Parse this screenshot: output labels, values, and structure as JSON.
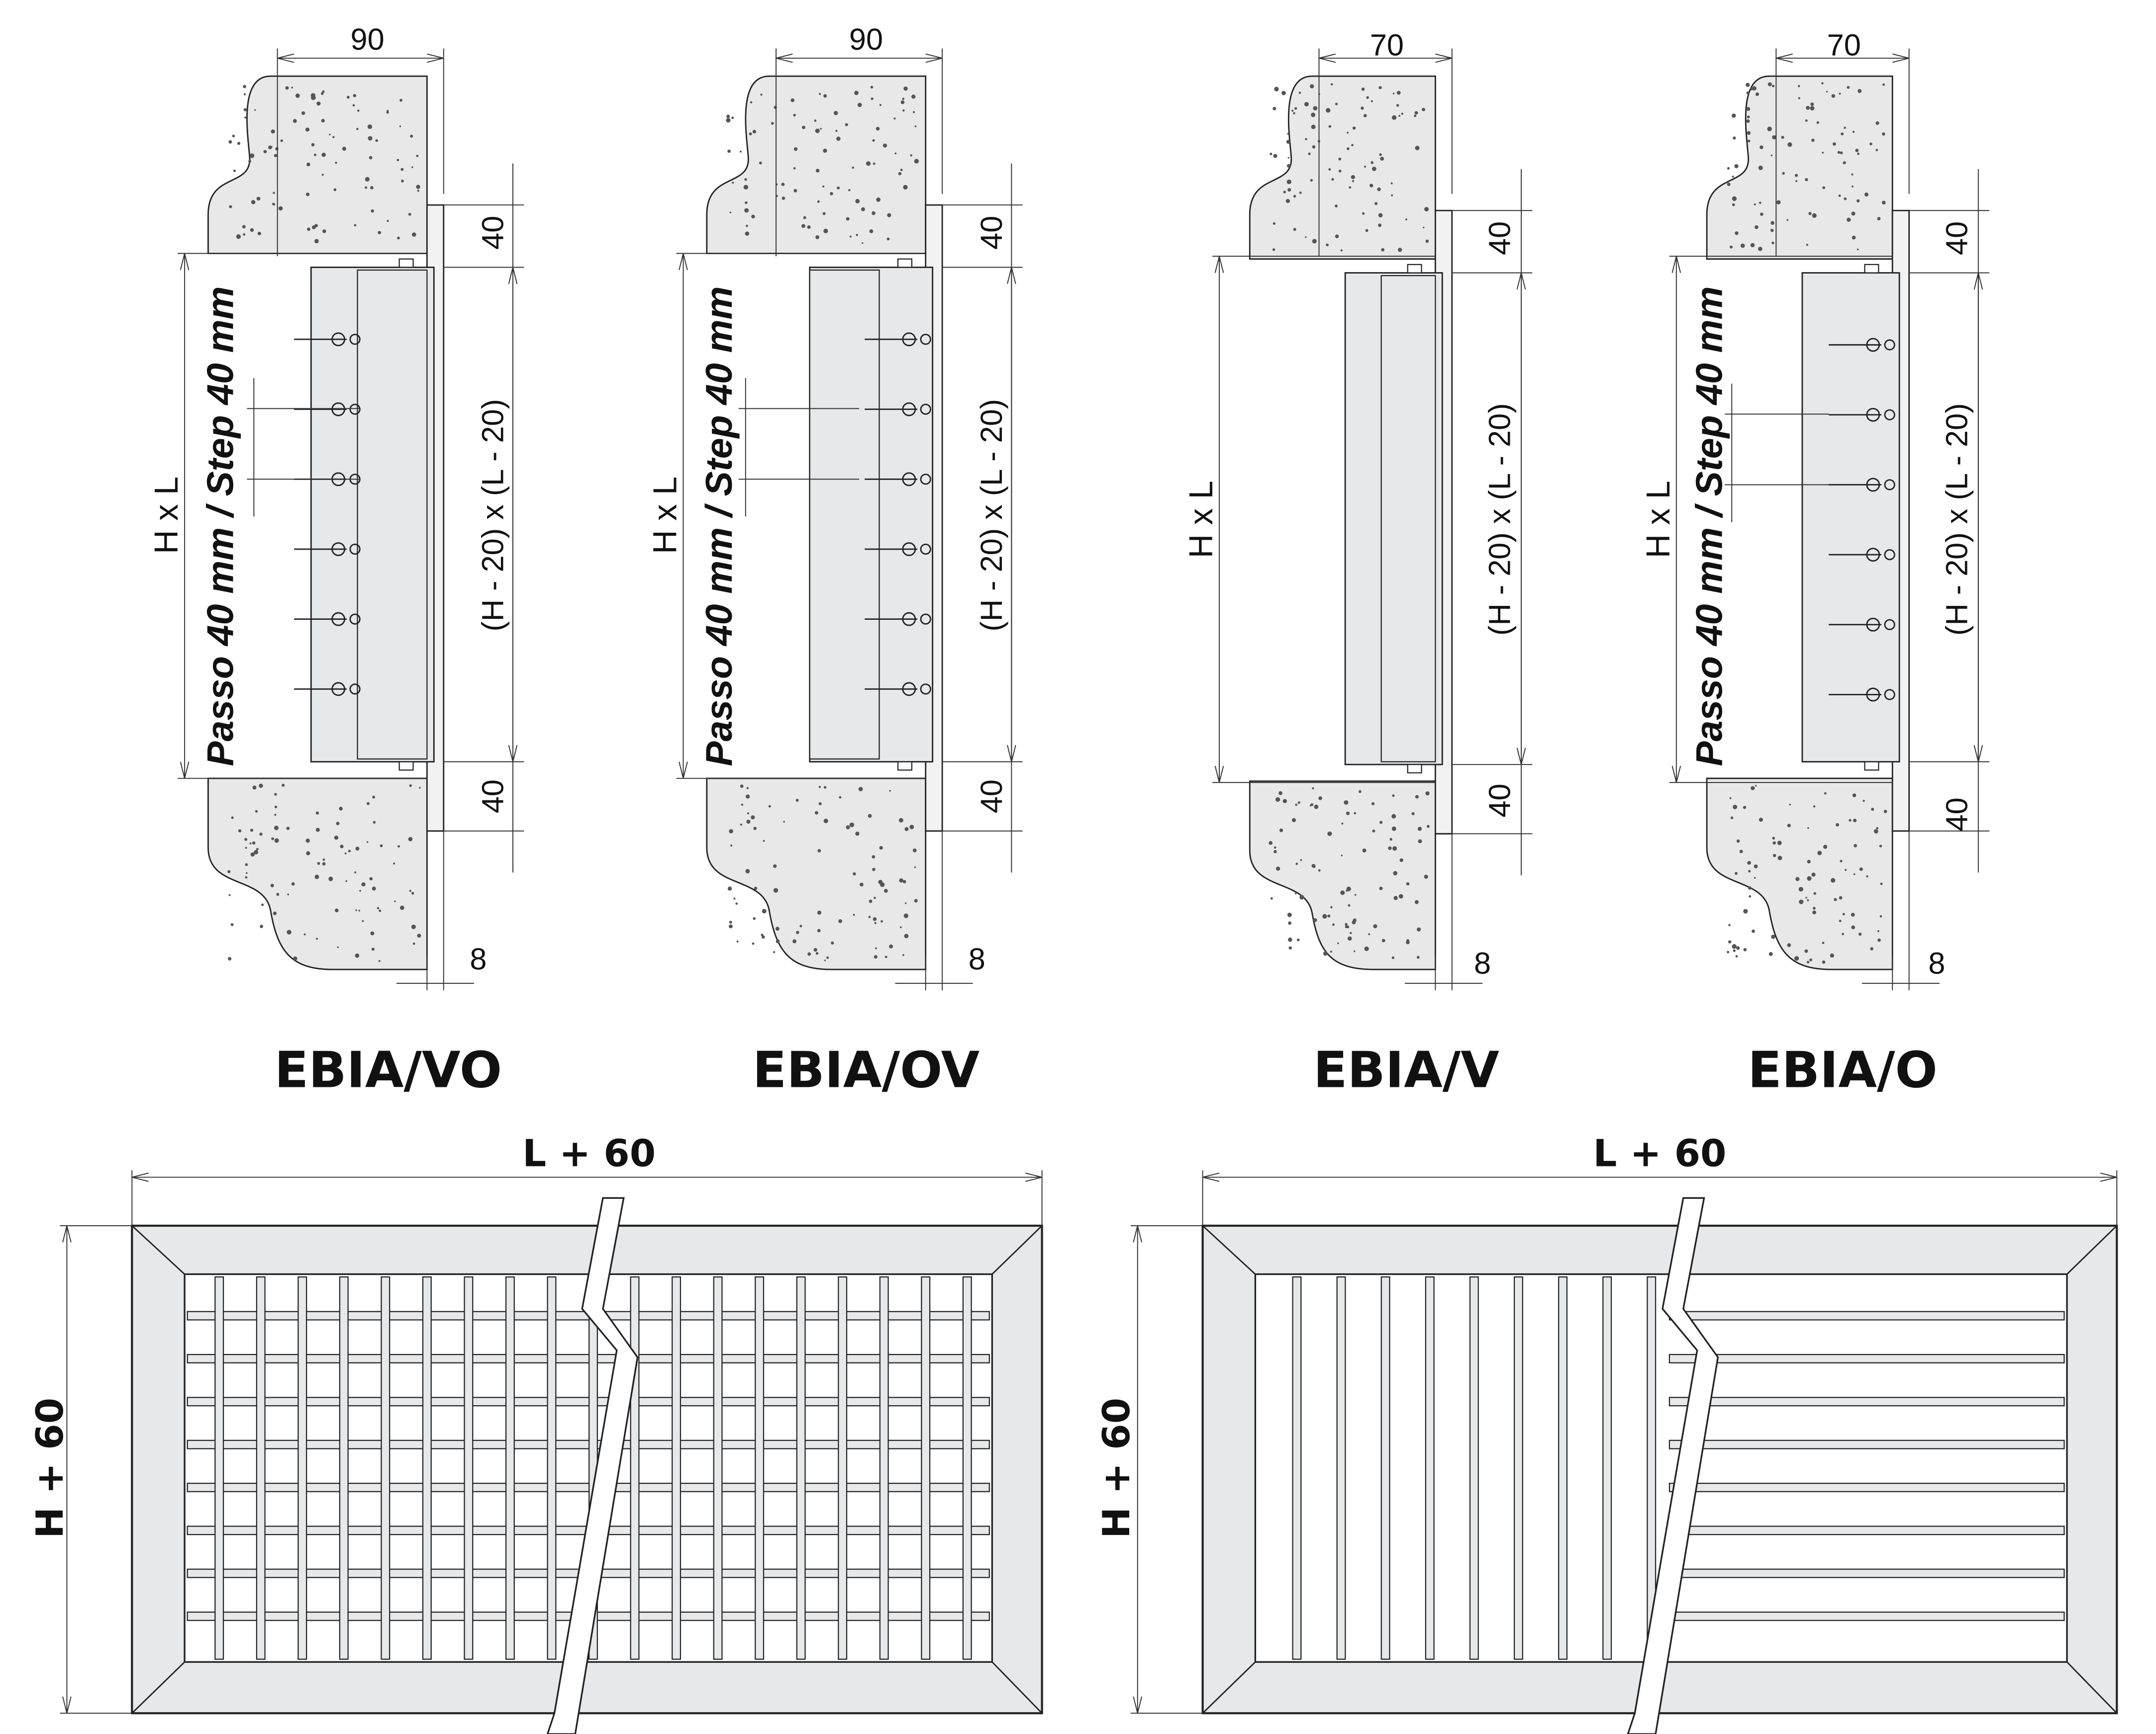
{
  "sections": [
    {
      "name": "EBIA/VO",
      "depth": "90",
      "flange_top": "40",
      "flange_bottom": "40",
      "inner": "(H - 20) x (L - 20)",
      "outer": "H x L",
      "step": "Passo 40 mm / Step 40 mm",
      "gap": "8"
    },
    {
      "name": "EBIA/OV",
      "depth": "90",
      "flange_top": "40",
      "flange_bottom": "40",
      "inner": "(H - 20) x (L - 20)",
      "outer": "H x L",
      "step": "Passo 40 mm / Step 40 mm",
      "gap": "8"
    },
    {
      "name": "EBIA/V",
      "depth": "70",
      "flange_top": "40",
      "flange_bottom": "40",
      "inner": "(H - 20) x (L - 20)",
      "outer": "H x L",
      "gap": "8"
    },
    {
      "name": "EBIA/O",
      "depth": "70",
      "flange_top": "40",
      "flange_bottom": "40",
      "inner": "(H - 20) x (L - 20)",
      "outer": "H x L",
      "step": "Passo 40 mm / Step 40 mm",
      "gap": "8"
    }
  ],
  "front_views": [
    {
      "width_label": "L + 60",
      "height_label": "H + 60"
    },
    {
      "width_label": "L + 60",
      "height_label": "H + 60"
    }
  ],
  "colors": {
    "grille": "#e6e8ea",
    "wall": "#e8e8e8",
    "line": "#222222"
  }
}
